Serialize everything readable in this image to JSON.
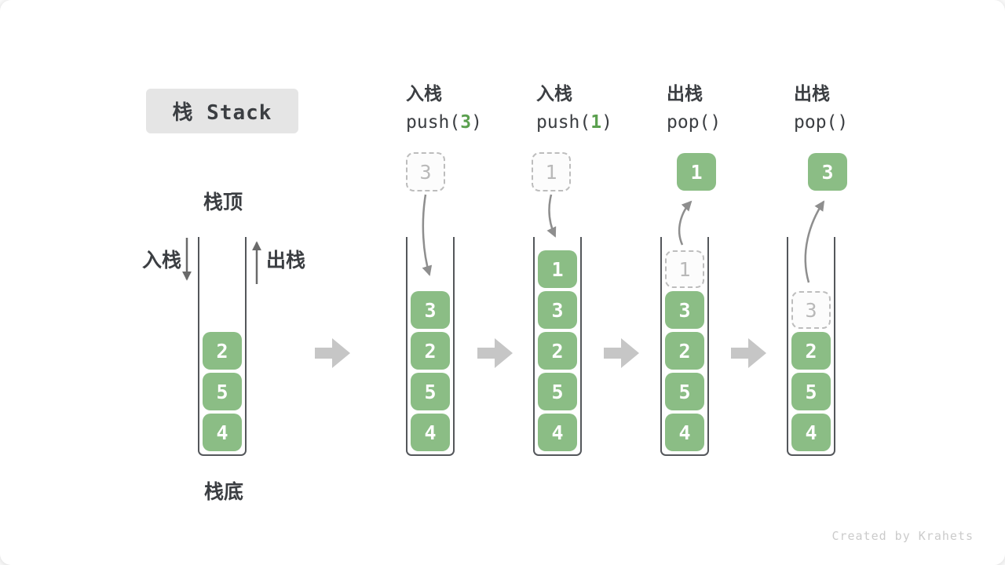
{
  "title": "栈 Stack",
  "labels": {
    "stack_top": "栈顶",
    "stack_bottom": "栈底",
    "push_label": "入栈",
    "pop_label": "出栈"
  },
  "columns": [
    {
      "label": "入栈",
      "fn": "push(",
      "arg": "3",
      "close": ")"
    },
    {
      "label": "入栈",
      "fn": "push(",
      "arg": "1",
      "close": ")"
    },
    {
      "label": "出栈",
      "fn": "pop(",
      "arg": "",
      "close": ")"
    },
    {
      "label": "出栈",
      "fn": "pop(",
      "arg": "",
      "close": ")"
    }
  ],
  "floating_values": {
    "push3": "3",
    "push1": "1",
    "pop1": "1",
    "pop3": "3"
  },
  "stacks": [
    {
      "items": [
        "2",
        "5",
        "4"
      ]
    },
    {
      "items": [
        "3",
        "2",
        "5",
        "4"
      ]
    },
    {
      "items": [
        "1",
        "3",
        "2",
        "5",
        "4"
      ]
    },
    {
      "items": [
        "1",
        "3",
        "2",
        "5",
        "4"
      ],
      "ghost_top": true
    },
    {
      "items": [
        "3",
        "2",
        "5",
        "4"
      ],
      "ghost_top": true
    }
  ],
  "watermark": "Created by Krahets",
  "colors": {
    "box_green": "#8bbd85",
    "arg_green": "#5ba04f",
    "block_arrow_gray": "#c6c6c6",
    "curve_arrow_gray": "#8e8e8e",
    "side_arrow_gray": "#6a6a6a",
    "dashed_border": "#bdbdbd",
    "dashed_text": "#b9b9b9",
    "wall_dark": "#54575b",
    "text_dark": "#3b3e42",
    "title_bg": "#e5e5e5",
    "watermark_gray": "#cbcbcb"
  }
}
